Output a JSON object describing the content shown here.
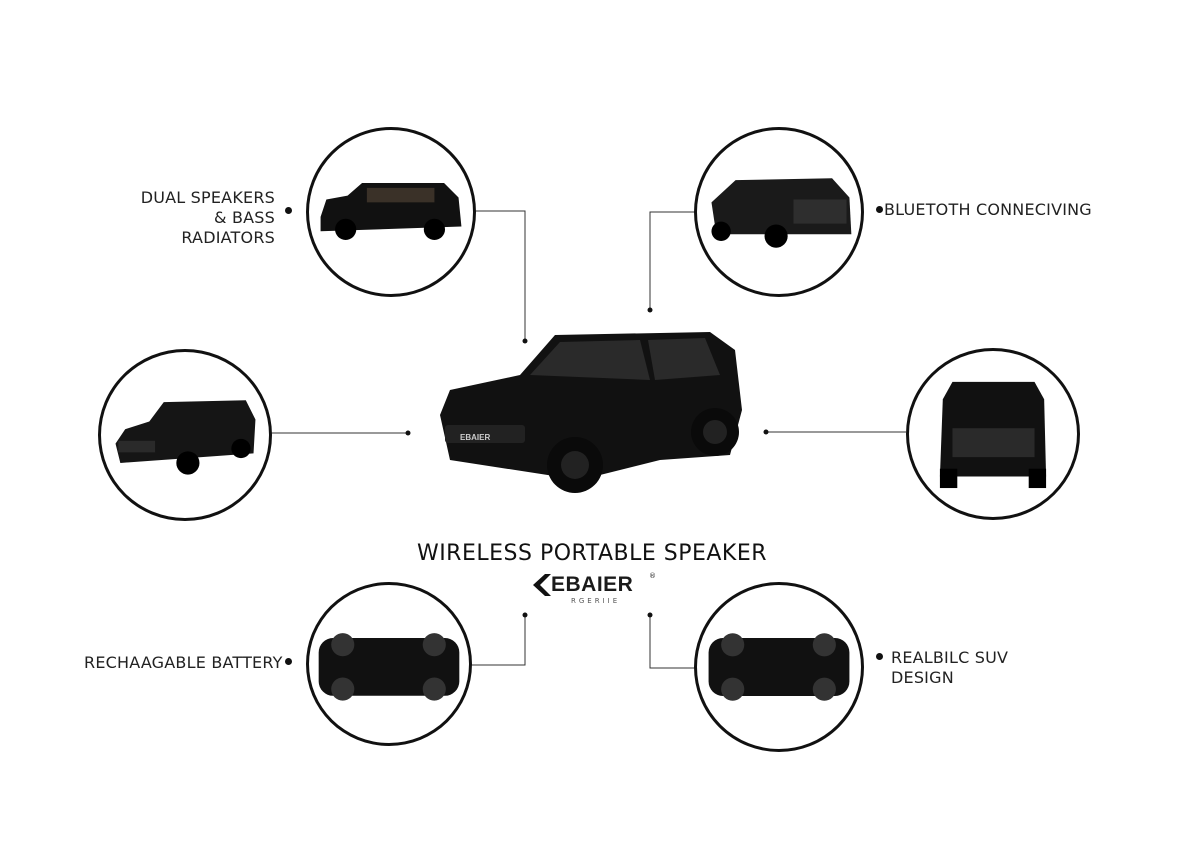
{
  "title": "WIRELESS PORTABLE SPEAKER",
  "brand": {
    "name": "EBAIER",
    "tagline": "RGERIIE",
    "registered": "®"
  },
  "features": {
    "top_left": {
      "line1": "DUAL SPEAKERS",
      "line2": "& BASS RADIATORS"
    },
    "top_right": {
      "line1": "BLUETOTH CONNECIVING"
    },
    "bottom_left": {
      "line1": "RECHAAGABLE BATTERY"
    },
    "bottom_right": {
      "line1": "REALBILC SUV",
      "line2": "DESIGN"
    }
  },
  "colors": {
    "car": "#111111",
    "line": "#333333",
    "background": "#ffffff"
  }
}
